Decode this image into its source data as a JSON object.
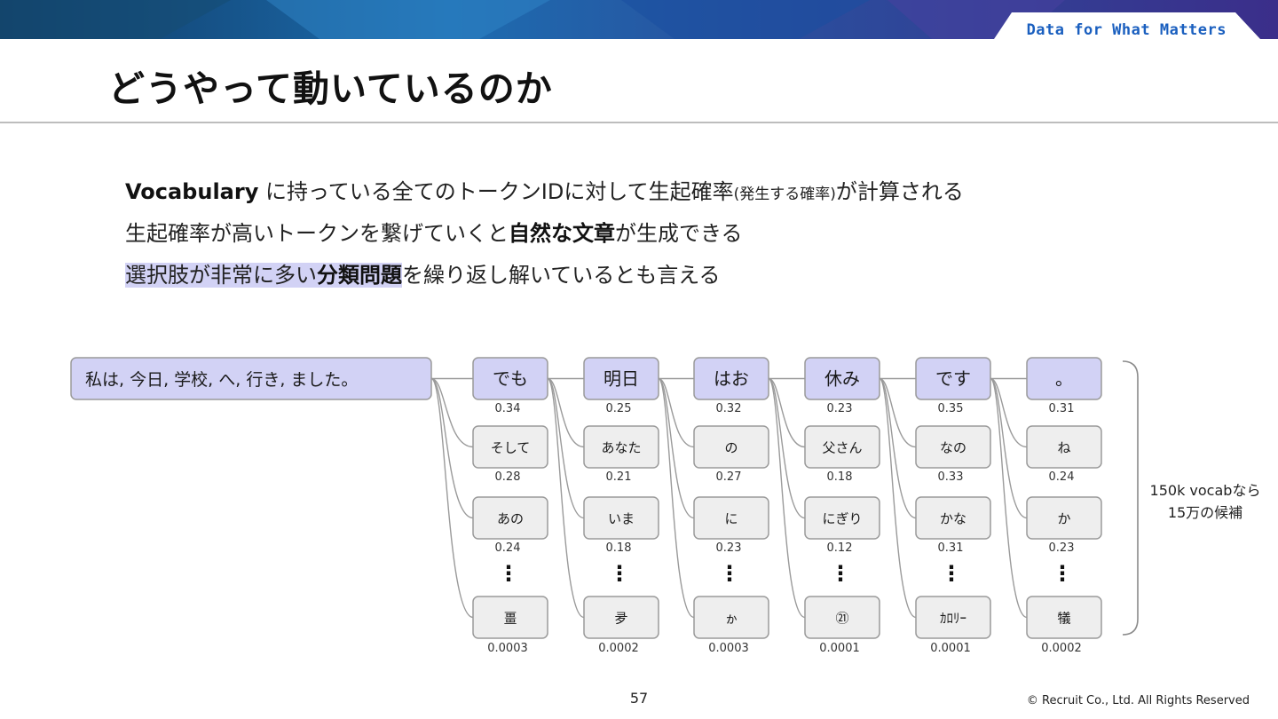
{
  "header": {
    "tagline": "Data for What Matters",
    "colors": {
      "banner_dark": "#123a66",
      "banner_mid": "#1d6db0",
      "banner_purple": "#3b2e8a",
      "tagline": "#1a5fbf"
    }
  },
  "title": "どうやって動いているのか",
  "bullets": {
    "line1": {
      "bold": "Vocabulary",
      "text_a": " に持っている全てのトークンIDに対して生起確率",
      "small": "(発生する確率)",
      "text_b": "が計算される"
    },
    "line2": {
      "text_a": "生起確率が高いトークンを繋げていくと",
      "bold": "自然な文章",
      "text_b": "が生成できる"
    },
    "line3": {
      "hl_text": "選択肢が非常に多い",
      "hl_bold": "分類問題",
      "text_b": "を繰り返し解いているとも言える"
    }
  },
  "diagram": {
    "input": "私は, 今日, 学校, へ, 行き, ました。",
    "highlight_color": "#d2d2f5",
    "candidate_color": "#eeeeee",
    "columns": [
      {
        "top": {
          "label": "でも",
          "prob": "0.34"
        },
        "alts": [
          {
            "label": "そして",
            "prob": "0.28"
          },
          {
            "label": "あの",
            "prob": "0.24"
          }
        ],
        "last": {
          "label": "畺",
          "prob": "0.0003"
        }
      },
      {
        "top": {
          "label": "明日",
          "prob": "0.25"
        },
        "alts": [
          {
            "label": "あなた",
            "prob": "0.21"
          },
          {
            "label": "いま",
            "prob": "0.18"
          }
        ],
        "last": {
          "label": "夛",
          "prob": "0.0002"
        }
      },
      {
        "top": {
          "label": "はお",
          "prob": "0.32"
        },
        "alts": [
          {
            "label": "の",
            "prob": "0.27"
          },
          {
            "label": "に",
            "prob": "0.23"
          }
        ],
        "last": {
          "label": "ゕ",
          "prob": "0.0003"
        }
      },
      {
        "top": {
          "label": "休み",
          "prob": "0.23"
        },
        "alts": [
          {
            "label": "父さん",
            "prob": "0.18"
          },
          {
            "label": "にぎり",
            "prob": "0.12"
          }
        ],
        "last": {
          "label": "㉑",
          "prob": "0.0001"
        }
      },
      {
        "top": {
          "label": "です",
          "prob": "0.35"
        },
        "alts": [
          {
            "label": "なの",
            "prob": "0.33"
          },
          {
            "label": "かな",
            "prob": "0.31"
          }
        ],
        "last": {
          "label": "ｶﾛﾘｰ",
          "prob": "0.0001"
        }
      },
      {
        "top": {
          "label": "。",
          "prob": "0.31"
        },
        "alts": [
          {
            "label": "ね",
            "prob": "0.24"
          },
          {
            "label": "か",
            "prob": "0.23"
          }
        ],
        "last": {
          "label": "犠",
          "prob": "0.0002"
        }
      }
    ],
    "ellipsis": "⋮",
    "note_line1": "150k vocabなら",
    "note_line2": "15万の候補"
  },
  "footer": {
    "page": "57",
    "copyright": "© Recruit Co., Ltd. All Rights Reserved"
  }
}
